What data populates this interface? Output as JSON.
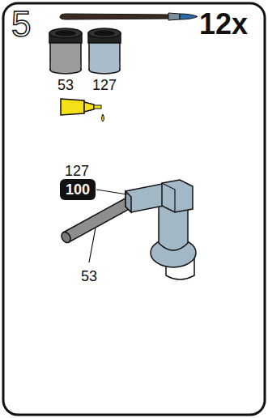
{
  "diagram": {
    "nodes": [
      {
        "text": [
          "100"
        ]
      }
    ],
    "labels": [
      "5",
      "12x",
      "53",
      "127",
      "127",
      "53"
    ]
  }
}
